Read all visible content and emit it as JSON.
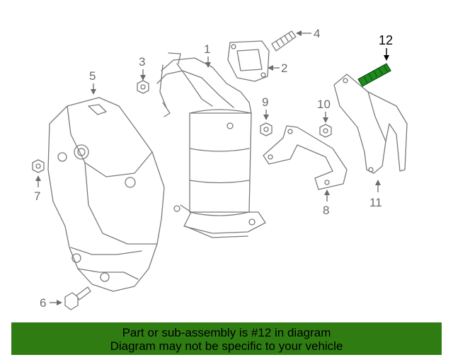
{
  "callouts": [
    {
      "id": "1",
      "label": "1"
    },
    {
      "id": "2",
      "label": "2"
    },
    {
      "id": "3",
      "label": "3"
    },
    {
      "id": "4",
      "label": "4"
    },
    {
      "id": "5",
      "label": "5"
    },
    {
      "id": "6",
      "label": "6"
    },
    {
      "id": "7",
      "label": "7"
    },
    {
      "id": "8",
      "label": "8"
    },
    {
      "id": "9",
      "label": "9"
    },
    {
      "id": "10",
      "label": "10"
    },
    {
      "id": "11",
      "label": "11"
    },
    {
      "id": "12",
      "label": "12"
    }
  ],
  "highlighted_part": "12",
  "banner": {
    "line1": "Part or sub-assembly is #12 in diagram",
    "line2": "Diagram may not be specific to your vehicle"
  },
  "colors": {
    "banner_bg": "#2f7d12",
    "highlight_part": "#1f8a1f",
    "line_art": "#7a7a7a"
  }
}
